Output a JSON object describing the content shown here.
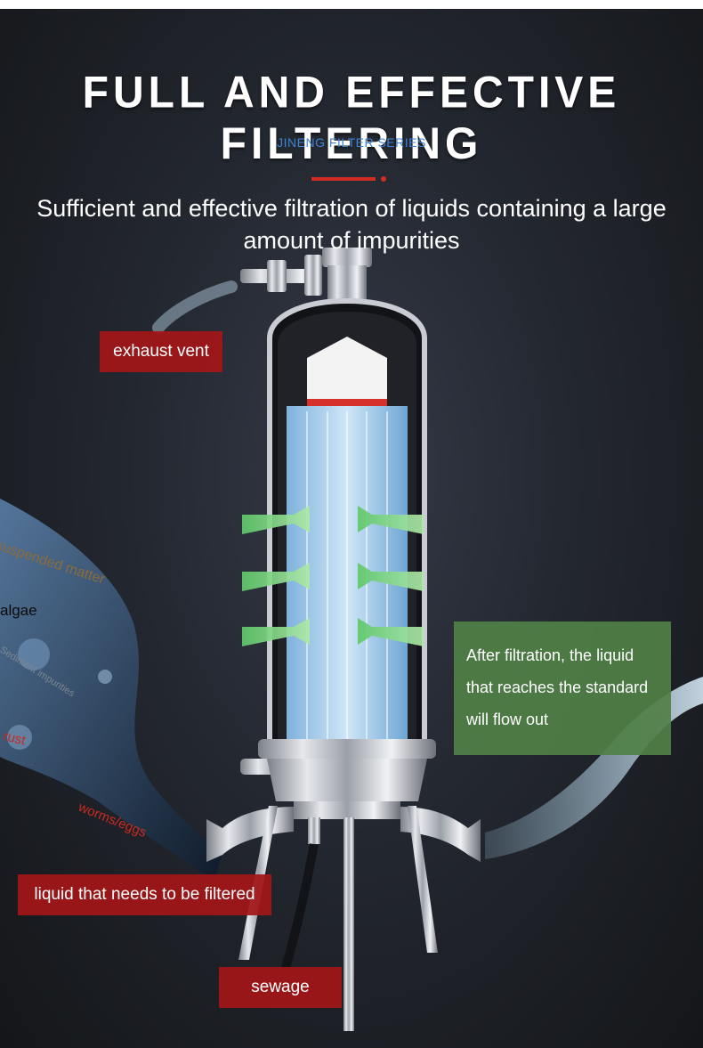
{
  "header": {
    "title": "FULL AND EFFECTIVE FILTERING",
    "subtitle": "JINENG FILTER SERIES",
    "headline": "Sufficient and effective filtration of liquids containing a large amount of impurities"
  },
  "labels": {
    "exhaust_vent": "exhaust vent",
    "after_filtration_line1": "After filtration, the liquid",
    "after_filtration_line2": "that reaches the standard",
    "after_filtration_line3": "will flow out",
    "liquid_to_filter": "liquid that needs to be filtered",
    "sewage": "sewage"
  },
  "impurities": {
    "suspended_matter": "suspended matter",
    "algae": "algae",
    "sediment": "Sediment impurities",
    "rust": "rust",
    "worms": "worms/eggs"
  },
  "colors": {
    "title": "#ffffff",
    "subtitle": "#3e83d6",
    "accent_red": "#d12b24",
    "label_red": "#a31618",
    "label_green": "#508046"
  },
  "icons": {
    "main": "cartridge-filter-housing-illustration"
  }
}
